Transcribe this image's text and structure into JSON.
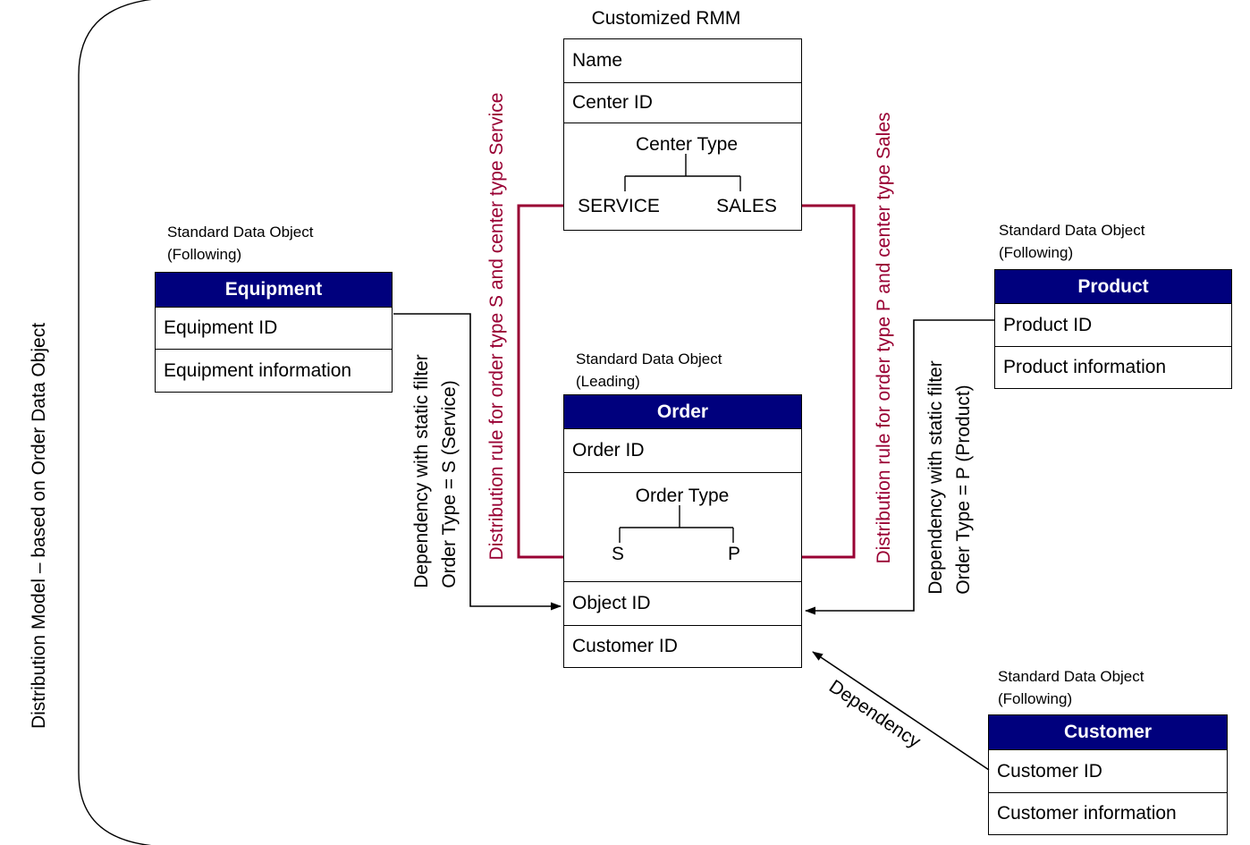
{
  "diagram_title": "Distribution Model – based on Order Data Object",
  "colors": {
    "header_bg": "#00007D",
    "header_text": "#FFFFFF",
    "rule_red": "#990033",
    "line_black": "#000000"
  },
  "rmm": {
    "caption": "Customized RMM",
    "rows": [
      "Name",
      "Center ID"
    ],
    "type_tree": {
      "label": "Center Type",
      "left": "SERVICE",
      "right": "SALES"
    }
  },
  "equipment": {
    "caption1": "Standard Data Object",
    "caption2": "(Following)",
    "header": "Equipment",
    "rows": [
      "Equipment ID",
      "Equipment information"
    ]
  },
  "order": {
    "caption1": "Standard Data Object",
    "caption2": "(Leading)",
    "header": "Order",
    "row_top": "Order ID",
    "type_tree": {
      "label": "Order Type",
      "left": "S",
      "right": "P"
    },
    "rows_bottom": [
      "Object ID",
      "Customer ID"
    ]
  },
  "product": {
    "caption1": "Standard Data Object",
    "caption2": "(Following)",
    "header": "Product",
    "rows": [
      "Product ID",
      "Product information"
    ]
  },
  "customer": {
    "caption1": "Standard Data Object",
    "caption2": "(Following)",
    "header": "Customer",
    "rows": [
      "Customer ID",
      "Customer information"
    ]
  },
  "connectors": {
    "rule_service": "Distribution rule for order type S and center type Service",
    "rule_sales": "Distribution rule for order type P and center type Sales",
    "dep_equipment_line1": "Dependency with static filter",
    "dep_equipment_line2": "Order Type = S (Service)",
    "dep_product_line1": "Dependency with static filter",
    "dep_product_line2": "Order Type = P (Product)",
    "dep_customer": "Dependency"
  }
}
